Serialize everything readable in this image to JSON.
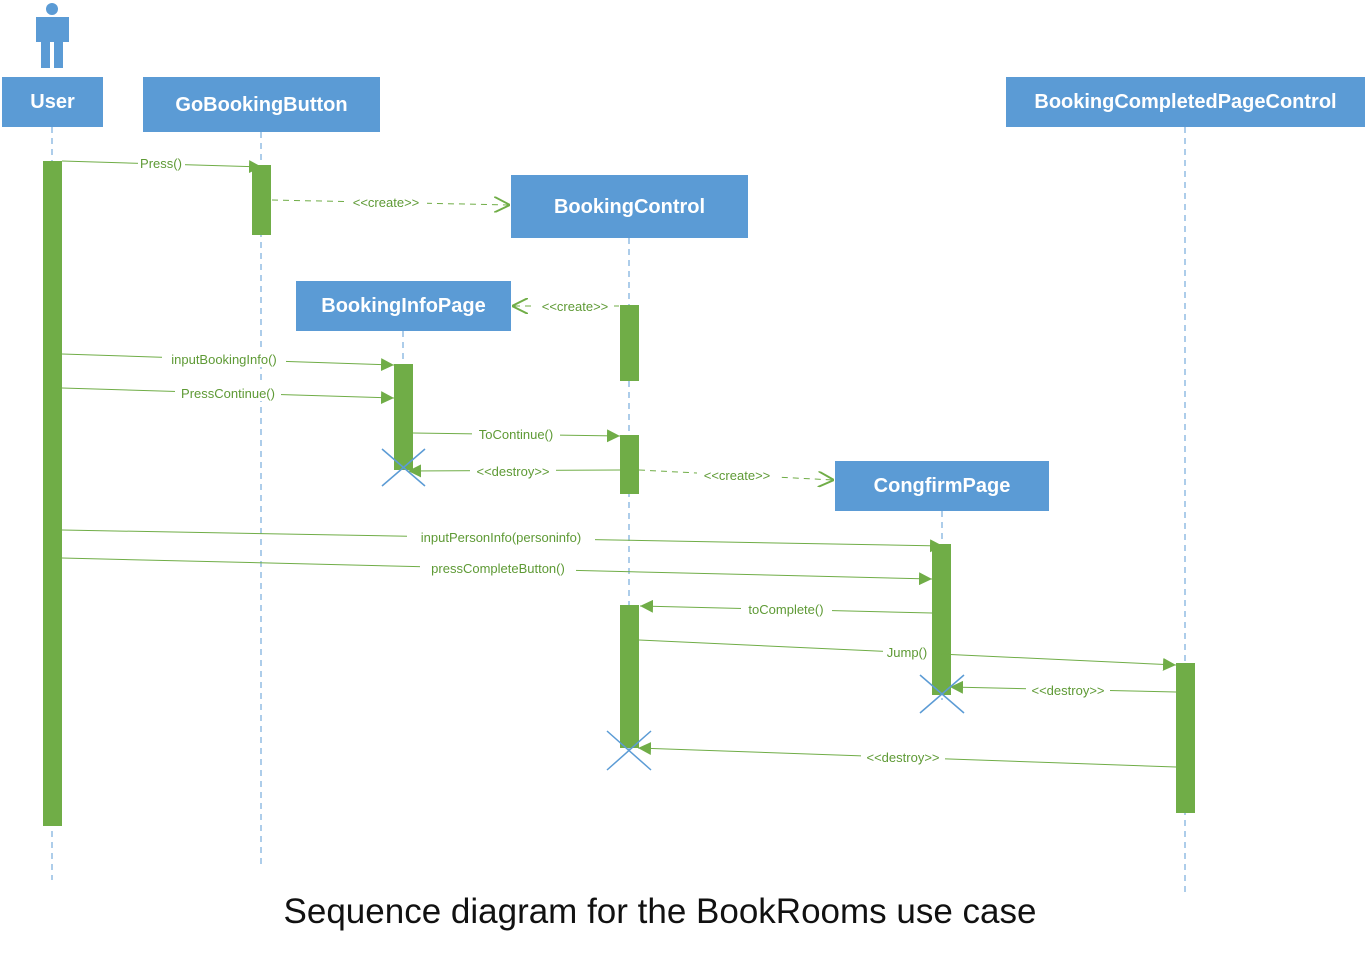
{
  "diagram": {
    "type": "sequence",
    "caption": "Sequence diagram for the BookRooms use case",
    "colors": {
      "object_fill": "#5b9bd5",
      "object_text": "#ffffff",
      "lifeline": "#5b9bd5",
      "activation": "#70ad47",
      "message": "#70ad47",
      "message_text": "#5e9a35",
      "destroy_mark": "#5b9bd5",
      "actor": "#5b9bd5"
    },
    "actor": {
      "name": "User",
      "icon": "person-icon"
    },
    "objects": [
      {
        "id": "gobooking",
        "label": "GoBookingButton"
      },
      {
        "id": "bookingcontrol",
        "label": "BookingControl"
      },
      {
        "id": "bookinginfopage",
        "label": "BookingInfoPage"
      },
      {
        "id": "confirmpage",
        "label": "CongfirmPage"
      },
      {
        "id": "completedcontrol",
        "label": "BookingCompletedPageControl"
      }
    ],
    "messages": [
      {
        "id": "m1",
        "label": "Press()",
        "from": "User",
        "to": "GoBookingButton",
        "kind": "sync"
      },
      {
        "id": "m2",
        "label": "<<create>>",
        "from": "GoBookingButton",
        "to": "BookingControl",
        "kind": "create"
      },
      {
        "id": "m3",
        "label": "<<create>>",
        "from": "BookingControl",
        "to": "BookingInfoPage",
        "kind": "create"
      },
      {
        "id": "m4",
        "label": "inputBookingInfo()",
        "from": "User",
        "to": "BookingInfoPage",
        "kind": "sync"
      },
      {
        "id": "m5",
        "label": "PressContinue()",
        "from": "User",
        "to": "BookingInfoPage",
        "kind": "sync"
      },
      {
        "id": "m6",
        "label": "ToContinue()",
        "from": "BookingInfoPage",
        "to": "BookingControl",
        "kind": "sync"
      },
      {
        "id": "m7",
        "label": "<<destroy>>",
        "from": "BookingControl",
        "to": "BookingInfoPage",
        "kind": "destroy"
      },
      {
        "id": "m8",
        "label": "<<create>>",
        "from": "BookingControl",
        "to": "CongfirmPage",
        "kind": "create"
      },
      {
        "id": "m9",
        "label": "inputPersonInfo(personinfo)",
        "from": "User",
        "to": "CongfirmPage",
        "kind": "sync"
      },
      {
        "id": "m10",
        "label": "pressCompleteButton()",
        "from": "User",
        "to": "CongfirmPage",
        "kind": "sync"
      },
      {
        "id": "m11",
        "label": "toComplete()",
        "from": "CongfirmPage",
        "to": "BookingControl",
        "kind": "sync"
      },
      {
        "id": "m12",
        "label": "Jump()",
        "from": "BookingControl",
        "to": "BookingCompletedPageControl",
        "kind": "sync"
      },
      {
        "id": "m13",
        "label": "<<destroy>>",
        "from": "BookingCompletedPageControl",
        "to": "CongfirmPage",
        "kind": "destroy"
      },
      {
        "id": "m14",
        "label": "<<destroy>>",
        "from": "BookingCompletedPageControl",
        "to": "BookingControl",
        "kind": "destroy"
      }
    ]
  }
}
